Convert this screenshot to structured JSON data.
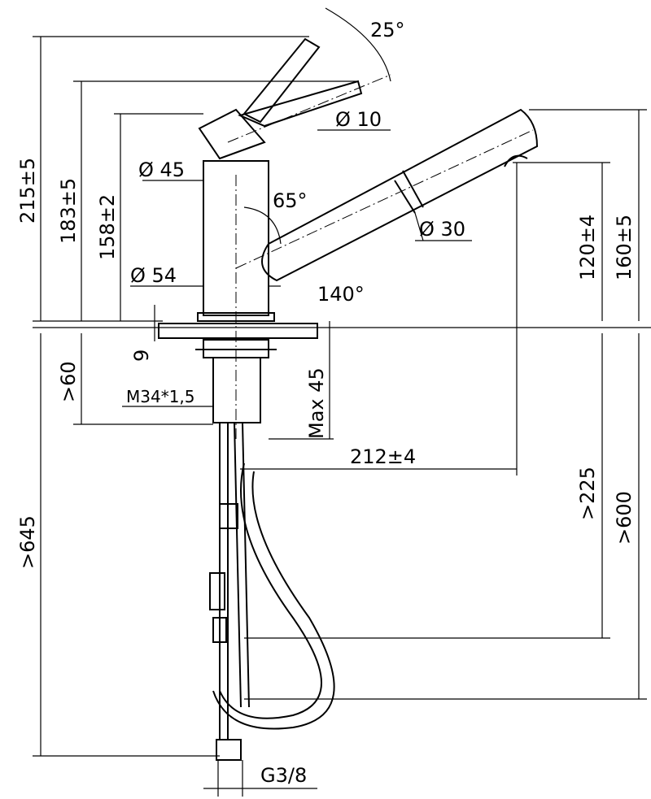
{
  "labels": {
    "angle_lever": "25°",
    "dia_lever": "Ø 10",
    "dia_body_top": "Ø 45",
    "angle_spout": "65°",
    "dia_spout": "Ø 30",
    "dia_body_base": "Ø 54",
    "angle_swivel": "140°",
    "h_total": "215±5",
    "h_lever": "183±5",
    "h_body": "158±2",
    "h_outlet": "120±4",
    "h_spout": "160±5",
    "plate": "9",
    "max_thickness": "Max 45",
    "min_below": ">60",
    "thread": "M34*1,5",
    "reach": "212±4",
    "hose_total": ">645",
    "hose_a": ">225",
    "hose_b": ">600",
    "connection": "G3/8"
  }
}
